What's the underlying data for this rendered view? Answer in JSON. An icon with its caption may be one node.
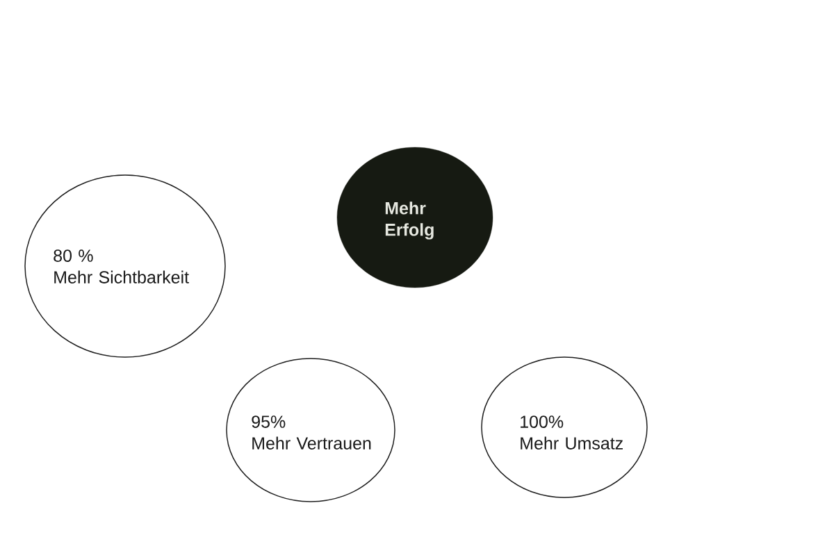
{
  "diagram": {
    "nodes": [
      {
        "text": [
          "Mehr Erfolg"
        ]
      },
      {
        "text": [
          "80 %",
          "Mehr Sichtbarkeit"
        ]
      },
      {
        "text": [
          "95%",
          "Mehr Vertrauen"
        ]
      },
      {
        "text": [
          "100%",
          "Mehr Umsatz"
        ]
      }
    ]
  }
}
